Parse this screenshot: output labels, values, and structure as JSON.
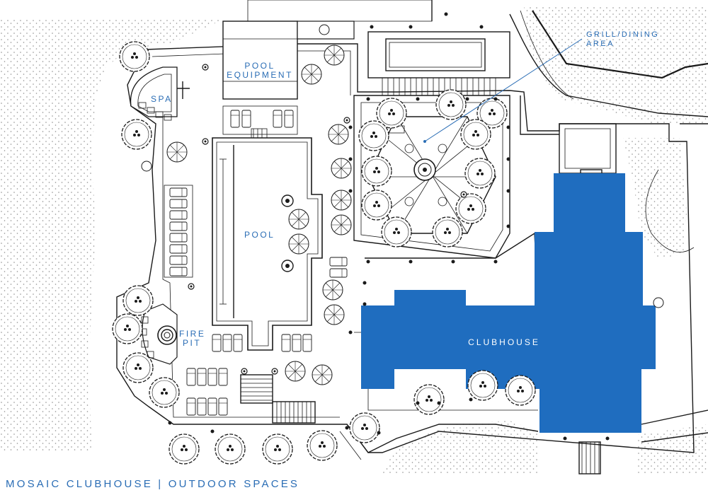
{
  "labels": {
    "grill_dining": [
      "GRILL/DINING",
      "AREA"
    ],
    "pool_equipment": [
      "POOL",
      "EQUIPMENT"
    ],
    "spa": "SPA",
    "pool": "POOL",
    "fire_pit": [
      "FIRE",
      "PIT"
    ],
    "clubhouse": "CLUBHOUSE"
  },
  "caption": {
    "left": "MOSAIC CLUBHOUSE",
    "separator": "|",
    "right": "OUTDOOR SPACES"
  },
  "colors": {
    "building_fill": "#1f6dbf",
    "label_blue": "#2a6db5",
    "linework": "#1a1a1a",
    "stipple": "#9a9a9a"
  }
}
